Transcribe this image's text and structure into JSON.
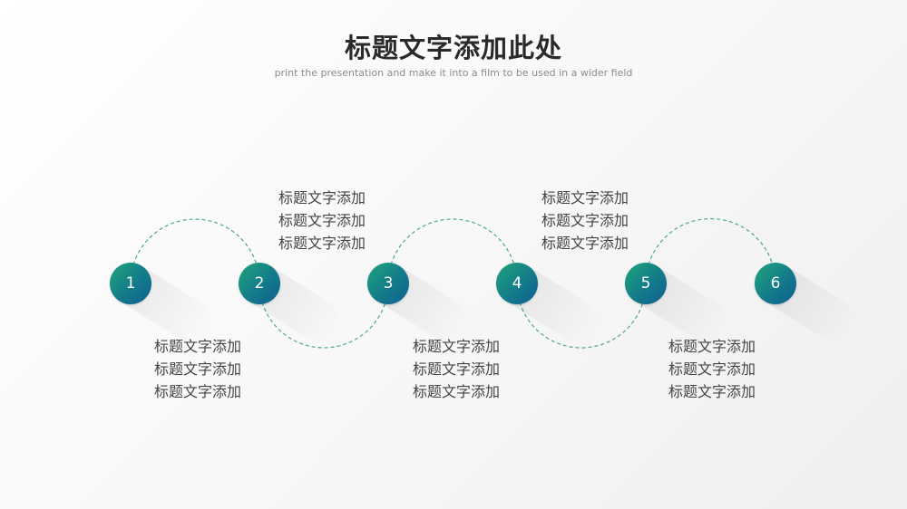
{
  "title": "标题文字添加此处",
  "subtitle": "print the presentation and make it into a film to be used in a wider field",
  "colors": {
    "node_start": "#1fa57a",
    "node_end": "#0f5f8f",
    "dash": "#4fa59a",
    "text": "#444444"
  },
  "steps": [
    {
      "number": "1",
      "lines": [
        "标题文字添加",
        "标题文字添加",
        "标题文字添加"
      ]
    },
    {
      "number": "2",
      "lines": [
        "标题文字添加",
        "标题文字添加",
        "标题文字添加"
      ]
    },
    {
      "number": "3",
      "lines": [
        "标题文字添加",
        "标题文字添加",
        "标题文字添加"
      ]
    },
    {
      "number": "4",
      "lines": [
        "标题文字添加",
        "标题文字添加",
        "标题文字添加"
      ]
    },
    {
      "number": "5",
      "lines": [
        "标题文字添加",
        "标题文字添加",
        "标题文字添加"
      ]
    },
    {
      "number": "6",
      "lines": []
    }
  ]
}
